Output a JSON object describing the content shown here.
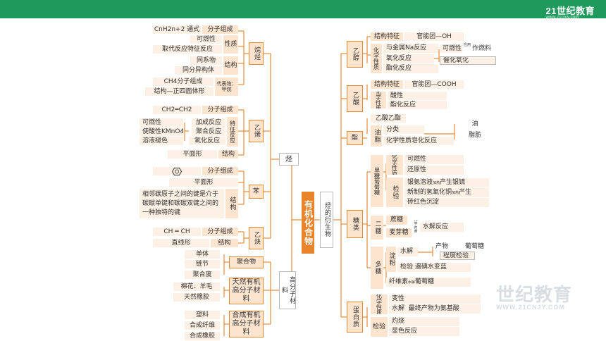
{
  "header": {
    "logo": "21世纪教育",
    "logo_sub": "www.21cnjy.com"
  },
  "watermark": {
    "main": "世纪教育",
    "sub": "WWW.21CNJY.COM"
  },
  "center": "有机化合物",
  "hydrocarbon": "烃",
  "derivatives": "烃的衍生物",
  "polymer": "高分子材料",
  "alkane": {
    "label": "烷烃",
    "formula": "CnH2n+2 通式",
    "composition": "分子组成",
    "combustion": "可燃性",
    "substitution": "取代反应特征反应",
    "property": "性质",
    "homolog": "同系物",
    "isomer": "同分异构体",
    "structure": "结构",
    "ch4": "CH4分子组成",
    "tetra": "结构—正四面体形",
    "representative": "代表物：甲烷"
  },
  "ethylene": {
    "label": "乙烯",
    "formula": "CH2═CH2",
    "composition": "分子组成",
    "addition": "加成反应",
    "polymerization": "聚合反应",
    "oxidation": "氧化反应",
    "characteristic": "特征反应",
    "combustion": "可燃性",
    "kmno4": "使酸性KMnO4",
    "decolor": "溶液褪色",
    "planar": "平面形",
    "structure": "结构"
  },
  "benzene": {
    "label": "苯",
    "composition": "分子组成",
    "planar": "平面形",
    "bond": "相邻碳原子之间的键是介于碳碳单键和碳碳双键之间的一种独特的键",
    "structure": "结构"
  },
  "acetylene": {
    "label": "乙炔",
    "formula": "CH ═ CH",
    "composition": "分子组成",
    "linear": "直线形",
    "structure": "结构"
  },
  "polymers": {
    "polymer_item": "聚合物",
    "monomer": "单体",
    "chain": "链节",
    "degree": "聚合度",
    "natural": "天然有机高分子材料",
    "cotton": "棉花、羊毛",
    "rubber": "天然橡胶",
    "synthetic": "合成有机高分子材料",
    "plastic": "塑料",
    "fiber": "合成纤维",
    "srubber": "合成橡胶"
  },
  "ethanol": {
    "label": "乙醇",
    "feature": "结构特征",
    "group": "官能团—OH",
    "chem_prop": "化学性质",
    "na": "与金属Na反应",
    "oxid": "氧化反应",
    "ester": "酯化反应",
    "fuel": "可燃性",
    "use": "应用",
    "fuel_use": "作燃料",
    "catalytic": "催化氧化"
  },
  "acid": {
    "label": "乙酸",
    "feature": "结构特征",
    "group": "官能团—COOH",
    "chem_prop": "化学性质",
    "acidity": "酸性",
    "ester": "酯化反应"
  },
  "ester": {
    "label": "酯",
    "ethyl": "乙酸乙酯",
    "oil_fat": "油脂",
    "class": "分类",
    "oil": "油",
    "fat": "脂肪",
    "chem": "化学性质皂化反应"
  },
  "sugar": {
    "label": "糖类",
    "mono": "单糖葡萄糖",
    "chem_prop": "化学性质",
    "combustion": "可燃性",
    "reduction": "还原性",
    "test": "检验",
    "silver1": "银氨溶液",
    "heat": "加热",
    "silver2": "产生银镜",
    "cuoh1": "新制的氢氧化铜",
    "cuoh2": "产生",
    "precip": "砖红色沉淀",
    "di": "二糖",
    "sucrose": "蔗糖",
    "maltose": "麦芽糖",
    "chem_small": "化学性质",
    "hydrolysis": "水解反应",
    "poly": "多糖",
    "starch": "淀粉",
    "hydro": "水解",
    "product": "产物",
    "glucose": "葡萄糖",
    "degree": "程度检验",
    "iodine": "遇碘水变蓝",
    "cellulose": "纤维素",
    "hydro_small": "水解",
    "glucose2": "葡萄糖"
  },
  "protein": {
    "label": "蛋白质",
    "chem_prop": "化学性质",
    "denature": "变性",
    "hydro": "水解",
    "final": "最终产物为氨基酸",
    "test": "检验",
    "burn": "灼烧",
    "color": "显色反应"
  },
  "colors": {
    "accent": "#e8842b",
    "box": "#fde4cf",
    "box_light": "#fdf0e4",
    "line": "#e58a35",
    "header": "#1f9a5c"
  }
}
